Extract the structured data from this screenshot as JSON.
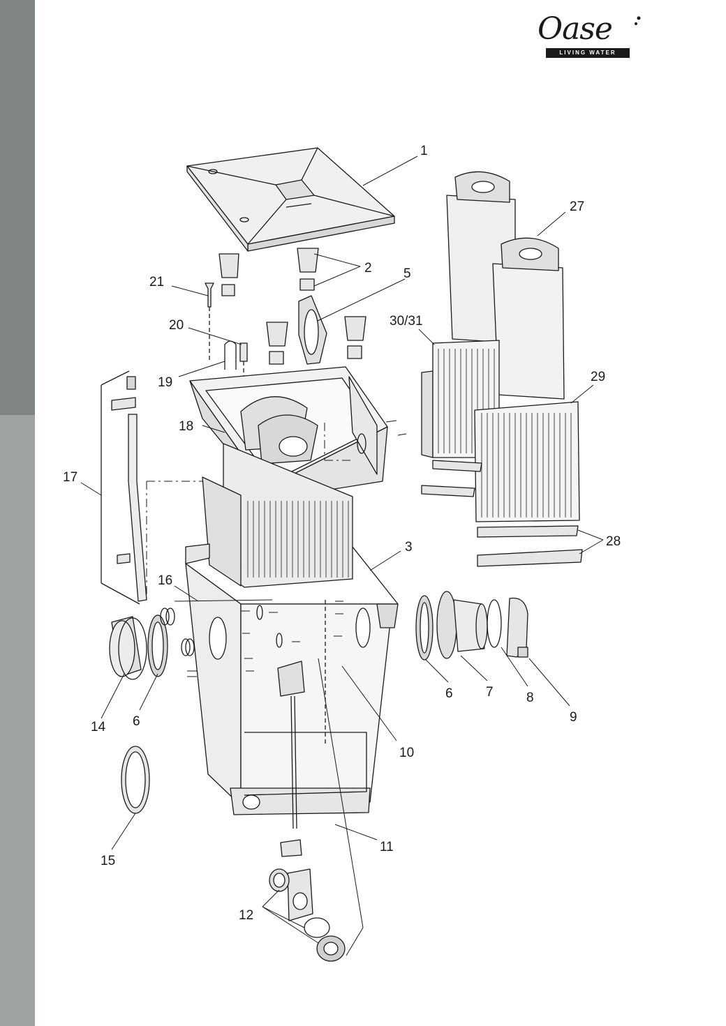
{
  "logo": {
    "brand": "Oase",
    "tagline": "LIVING WATER"
  },
  "colors": {
    "sidebar_top": "#7f8584",
    "sidebar_bottom": "#9ea3a3",
    "line": "#1a1a1a",
    "part_fill": "#e6e6e6"
  },
  "labels": {
    "l1": "1",
    "l2": "2",
    "l3": "3",
    "l5": "5",
    "l6a": "6",
    "l6b": "6",
    "l7": "7",
    "l8": "8",
    "l9": "9",
    "l10": "10",
    "l11": "11",
    "l12": "12",
    "l14": "14",
    "l15": "15",
    "l16": "16",
    "l17": "17",
    "l18": "18",
    "l19": "19",
    "l20": "20",
    "l21": "21",
    "l27": "27",
    "l28": "28",
    "l29": "29",
    "l3031": "30/31"
  }
}
